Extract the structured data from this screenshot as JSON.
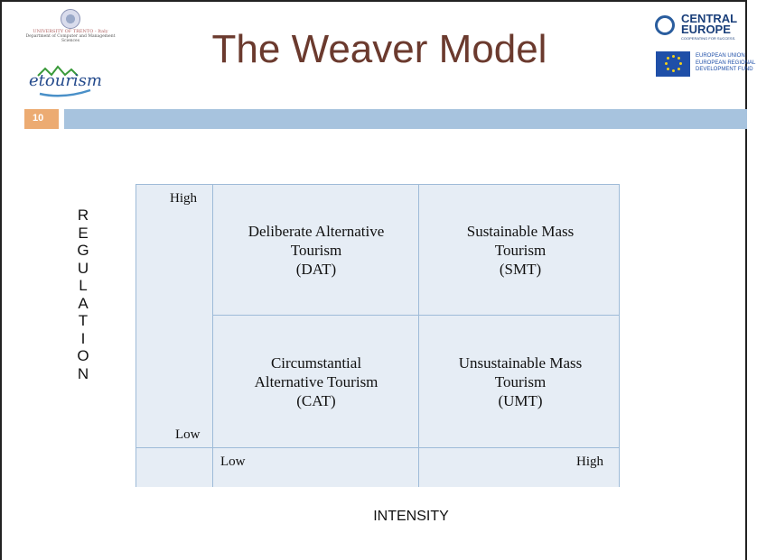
{
  "header": {
    "title": "The Weaver Model",
    "slide_number": "10",
    "university_logo": {
      "name": "UNIVERSITY OF TRENTO - Italy",
      "department": "Department of Computer and Management Sciences"
    },
    "project_logo": {
      "text": "etourism"
    },
    "partner_logo": {
      "name": "CENTRAL EUROPE",
      "tagline": "COOPERATING FOR SUCCESS."
    },
    "funder_logo": {
      "lines": [
        "EUROPEAN UNION",
        "EUROPEAN REGIONAL",
        "DEVELOPMENT FUND"
      ]
    }
  },
  "matrix": {
    "y_axis_label": "REGULATION",
    "y_axis_letters": [
      "R",
      "E",
      "G",
      "U",
      "L",
      "A",
      "T",
      "I",
      "O",
      "N"
    ],
    "y_high": "High",
    "y_low": "Low",
    "x_axis_label": "INTENSITY",
    "x_low": "Low",
    "x_high": "High",
    "cells": {
      "top_left": {
        "label_line1": "Deliberate Alternative",
        "label_line2": "Tourism",
        "abbr": "(DAT)"
      },
      "top_right": {
        "label_line1": "Sustainable Mass",
        "label_line2": "Tourism",
        "abbr": "(SMT)"
      },
      "bottom_left": {
        "label_line1": "Circumstantial",
        "label_line2": "Alternative Tourism",
        "abbr": "(CAT)"
      },
      "bottom_right": {
        "label_line1": "Unsustainable Mass",
        "label_line2": "Tourism",
        "abbr": "(UMT)"
      }
    }
  },
  "colors": {
    "title": "#6b3a2e",
    "header_bar": "#a7c3de",
    "slide_number_box": "#ecab72",
    "matrix_fill": "#e6edf5",
    "matrix_lines": "#9ebbd8"
  }
}
